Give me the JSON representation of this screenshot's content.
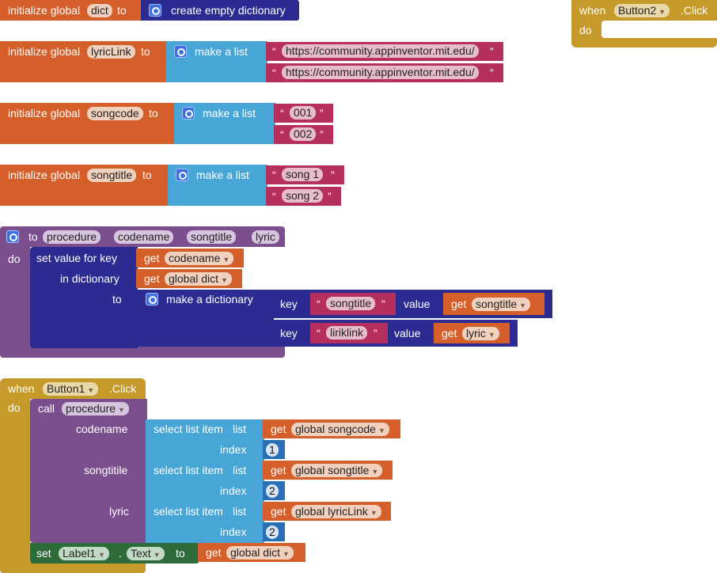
{
  "blocks": {
    "dict_init": {
      "initialize": "initialize global",
      "var": "dict",
      "to": "to",
      "value": "create empty dictionary"
    },
    "lyric_init": {
      "initialize": "initialize global",
      "var": "lyricLink",
      "to": "to",
      "make": "make a list",
      "items": [
        "https://community.appinventor.mit.edu/",
        "https://community.appinventor.mit.edu/"
      ]
    },
    "songcode_init": {
      "initialize": "initialize global",
      "var": "songcode",
      "to": "to",
      "make": "make a list",
      "items": [
        "001",
        "002"
      ]
    },
    "songtitle_init": {
      "initialize": "initialize global",
      "var": "songtitle",
      "to": "to",
      "make": "make a list",
      "items": [
        "song 1",
        "song 2"
      ]
    },
    "procedure": {
      "to": "to",
      "name": "procedure",
      "params": [
        "codename",
        "songtitle",
        "lyric"
      ],
      "do": "do",
      "set_value": "set value for key",
      "in_dict": "in dictionary",
      "to_label": "to",
      "get": "get",
      "get_codename": "codename",
      "get_dict": "global dict",
      "make_dict": "make a dictionary",
      "key": "key",
      "value": "value",
      "key1": "songtitle",
      "val1": "songtitle",
      "key2": "liriklink",
      "val2": "lyric"
    },
    "button1": {
      "when": "when",
      "component": "Button1",
      "event": ".Click",
      "do": "do",
      "call": "call",
      "proc": "procedure",
      "args": [
        {
          "label": "codename",
          "select": "select list item",
          "list": "list",
          "get": "get",
          "var": "global songcode",
          "index_label": "index",
          "index": "1"
        },
        {
          "label": "songtitile",
          "select": "select list item",
          "list": "list",
          "get": "get",
          "var": "global songtitle",
          "index_label": "index",
          "index": "2"
        },
        {
          "label": "lyric",
          "select": "select list item",
          "list": "list",
          "get": "get",
          "var": "global lyricLink",
          "index_label": "index",
          "index": "2"
        }
      ],
      "set": "set",
      "label_comp": "Label1",
      "dot": ".",
      "prop": "Text",
      "to": "to",
      "get": "get",
      "get_var": "global dict"
    },
    "button2": {
      "when": "when",
      "component": "Button2",
      "event": ".Click",
      "do": "do"
    }
  },
  "colors": {
    "variable": "#d45f2b",
    "dictionary": "#2c2b92",
    "list": "#48a6d6",
    "text": "#b5305f",
    "procedure": "#7b4f8e",
    "event": "#c69a2a",
    "setter": "#2d6b3b",
    "math": "#2a6eb5"
  }
}
